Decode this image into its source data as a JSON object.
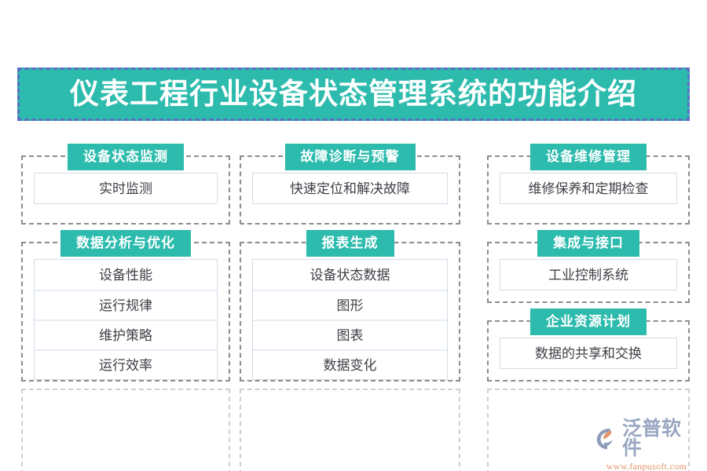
{
  "header": {
    "title": "仪表工程行业设备状态管理系统的功能介绍",
    "background_color": "#2cbbad",
    "border_color": "#5a6fc4",
    "text_color": "#ffffff"
  },
  "theme": {
    "accent": "#2cbbad",
    "group_border": "#8d8d8d",
    "group_border_faded": "#cfcfcf",
    "item_border": "#d4dce8",
    "item_divider": "#e7edf5",
    "item_text": "#3f3f46"
  },
  "groups": [
    {
      "id": "device-status-monitoring",
      "badge": "设备状态监测",
      "items": [
        "实时监测"
      ]
    },
    {
      "id": "fault-diagnosis-warning",
      "badge": "故障诊断与预警",
      "items": [
        "快速定位和解决故障"
      ]
    },
    {
      "id": "device-maintenance-management",
      "badge": "设备维修管理",
      "items": [
        "维修保养和定期检查"
      ]
    },
    {
      "id": "data-analysis-optimization",
      "badge": "数据分析与优化",
      "items": [
        "设备性能",
        "运行规律",
        "维护策略",
        "运行效率"
      ]
    },
    {
      "id": "report-generation",
      "badge": "报表生成",
      "items": [
        "设备状态数据",
        "图形",
        "图表",
        "数据变化"
      ]
    },
    {
      "id": "integration-interface",
      "badge": "集成与接口",
      "items": [
        "工业控制系统"
      ]
    },
    {
      "id": "enterprise-resource-planning",
      "badge": "企业资源计划",
      "items": [
        "数据的共享和交换"
      ]
    }
  ],
  "logo": {
    "word": "泛普软件",
    "url": "www.fanpusoft.com",
    "word_color": "#9aa7c2",
    "url_color": "#e2956a",
    "mark_color": "#8e9cbb",
    "mark_accent": "#e2956a"
  }
}
